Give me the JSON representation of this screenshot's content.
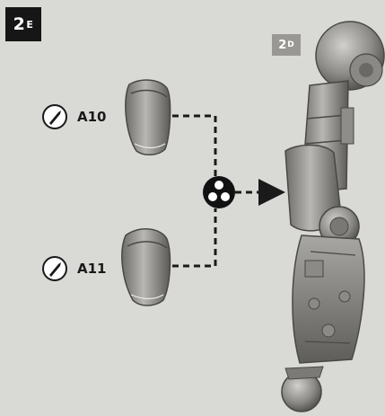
{
  "step": {
    "number": "2",
    "letter": "E"
  },
  "reference_step": {
    "number": "2",
    "letter": "D"
  },
  "parts": [
    {
      "label": "A10",
      "tool_icon": "hobby-knife-icon"
    },
    {
      "label": "A11",
      "tool_icon": "hobby-knife-icon"
    }
  ],
  "assembly_icon": "glue-dots-icon",
  "colors": {
    "background": "#d9d9d6",
    "badge": "#161616",
    "ref_badge": "#9a9895",
    "line": "#1a1a1a"
  }
}
